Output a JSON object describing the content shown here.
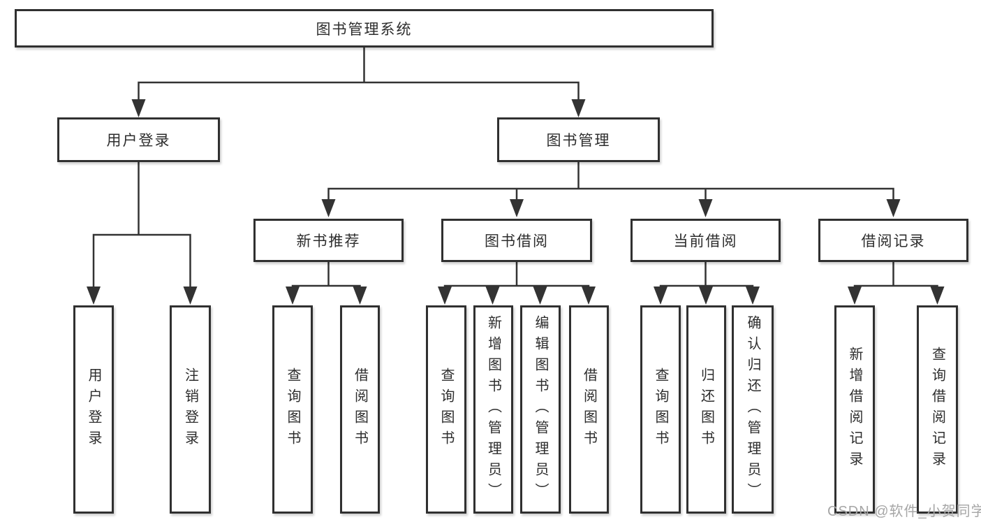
{
  "diagram": {
    "title": "图书管理系统",
    "watermark": "CSDN @软件_小贺同学",
    "colors": {
      "line": "#333333",
      "text": "#2d2d2d",
      "box_background": "#ffffff",
      "watermark": "#a6a6a6"
    },
    "nodes": {
      "root": {
        "label": "图书管理系统"
      },
      "user_login": {
        "label": "用户登录"
      },
      "book_mgmt": {
        "label": "图书管理"
      },
      "new_book": {
        "label": "新书推荐"
      },
      "book_borrow": {
        "label": "图书借阅"
      },
      "current_borrow": {
        "label": "当前借阅"
      },
      "borrow_record": {
        "label": "借阅记录"
      },
      "leaf_user_login": {
        "label": "用户登录"
      },
      "leaf_logout": {
        "label": "注销登录"
      },
      "leaf_nbr_query": {
        "label": "查询图书"
      },
      "leaf_nbr_borrow": {
        "label": "借阅图书"
      },
      "leaf_bb_query": {
        "label": "查询图书"
      },
      "leaf_bb_add": {
        "label": "新增图书（管理员）"
      },
      "leaf_bb_edit": {
        "label": "编辑图书（管理员）"
      },
      "leaf_bb_borrow": {
        "label": "借阅图书"
      },
      "leaf_cb_query": {
        "label": "查询图书"
      },
      "leaf_cb_return": {
        "label": "归还图书"
      },
      "leaf_cb_confirm": {
        "label": "确认归还（管理员）"
      },
      "leaf_br_add": {
        "label": "新增借阅记录"
      },
      "leaf_br_query": {
        "label": "查询借阅记录"
      }
    },
    "hierarchy": {
      "图书管理系统": {
        "用户登录": [
          "用户登录",
          "注销登录"
        ],
        "图书管理": {
          "新书推荐": [
            "查询图书",
            "借阅图书"
          ],
          "图书借阅": [
            "查询图书",
            "新增图书（管理员）",
            "编辑图书（管理员）",
            "借阅图书"
          ],
          "当前借阅": [
            "查询图书",
            "归还图书",
            "确认归还（管理员）"
          ],
          "借阅记录": [
            "新增借阅记录",
            "查询借阅记录"
          ]
        }
      }
    }
  }
}
